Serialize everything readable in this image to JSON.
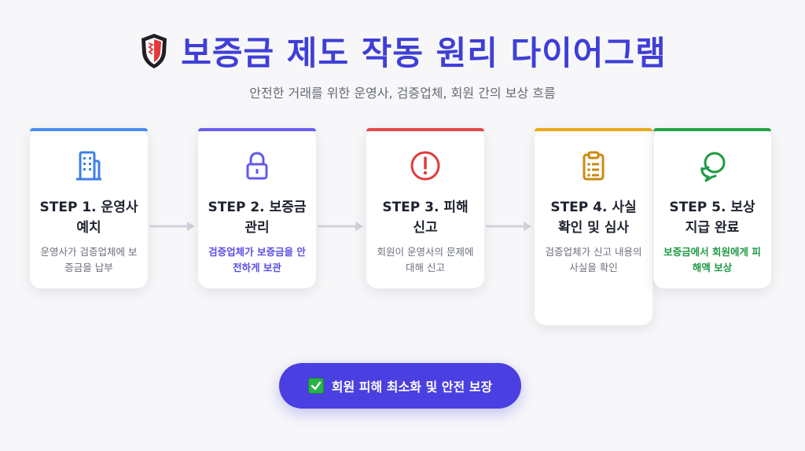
{
  "header": {
    "title": "보증금 제도 작동 원리 다이어그램",
    "subtitle": "안전한 거래를 위한 운영사, 검증업체, 회원 간의 보상 흐름",
    "logo_icon": "shield-icon"
  },
  "steps": [
    {
      "title": "STEP 1. 운영사 예치",
      "desc": "운영사가 검증업체에 보증금을 납부",
      "accent": "#4a8cf0",
      "icon": "building-icon",
      "highlight": false
    },
    {
      "title": "STEP 2. 보증금 관리",
      "desc": "검증업체가 보증금을 안전하게 보관",
      "accent": "#6a5ff0",
      "icon": "lock-icon",
      "highlight": true,
      "highlight_color": "#5a4ee6"
    },
    {
      "title": "STEP 3. 피해 신고",
      "desc": "회원이 운영사의 문제에 대해 신고",
      "accent": "#e5484d",
      "icon": "alert-circle-icon",
      "highlight": false
    },
    {
      "title": "STEP 4. 사실 확인 및 심사",
      "desc": "검증업체가 신고 내용의 사실을 확인",
      "accent": "#e8a91c",
      "icon": "clipboard-icon",
      "highlight": false
    },
    {
      "title": "STEP 5. 보상 지급 완료",
      "desc": "보증금에서 회원에게 피해액 보상",
      "accent": "#22a447",
      "icon": "chat-bubble-icon",
      "highlight": true,
      "highlight_color": "#1f9a44"
    }
  ],
  "banner": {
    "text": "회원 피해 최소화 및 안전 보장",
    "icon": "check-box-icon",
    "color": "#4a3fe0"
  }
}
